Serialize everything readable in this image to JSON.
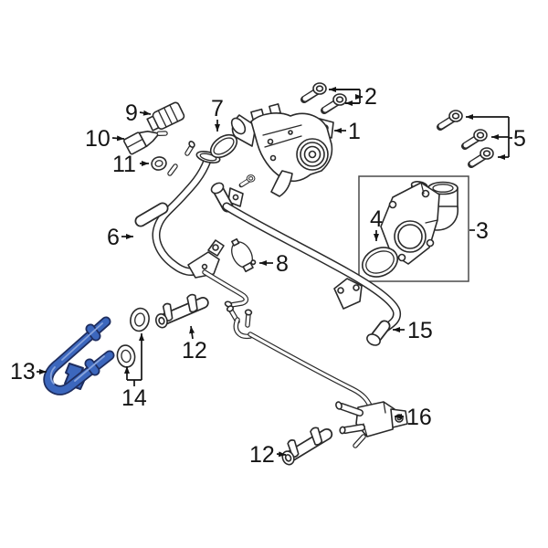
{
  "diagram": {
    "type": "oem-parts-illustration",
    "background_color": "#ffffff",
    "line_color": "#2a2a2a",
    "callout_color": "#141414",
    "highlighted_part": {
      "number": "13",
      "fill_color": "#3c67bd",
      "outline_color": "#1e2d5f"
    },
    "callouts": {
      "c1": "1",
      "c2": "2",
      "c3": "3",
      "c4": "4",
      "c5": "5",
      "c6": "6",
      "c7": "7",
      "c8": "8",
      "c9": "9",
      "c10": "10",
      "c11": "11",
      "c12a": "12",
      "c12b": "12",
      "c13": "13",
      "c14": "14",
      "c15": "15",
      "c16": "16"
    }
  }
}
